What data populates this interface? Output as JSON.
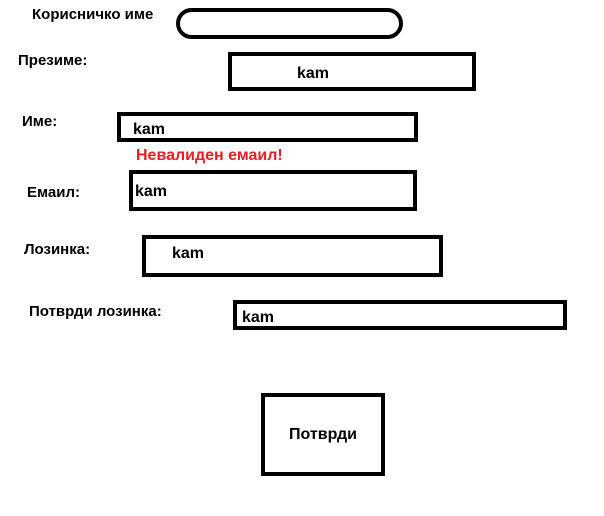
{
  "form": {
    "username": {
      "label": "Корисничко име",
      "value": ""
    },
    "surname": {
      "label": "Презиме:",
      "value": "kam"
    },
    "name": {
      "label": "Име:",
      "value": "kam"
    },
    "error": "Невалиден емаил!",
    "email": {
      "label": "Емаил:",
      "value": "kam"
    },
    "password": {
      "label": "Лозинка:",
      "value": "kam"
    },
    "confirm_password": {
      "label": "Потврди лозинка:",
      "value": "kam"
    },
    "submit_label": "Потврди"
  },
  "colors": {
    "error": "#ed1c24"
  }
}
